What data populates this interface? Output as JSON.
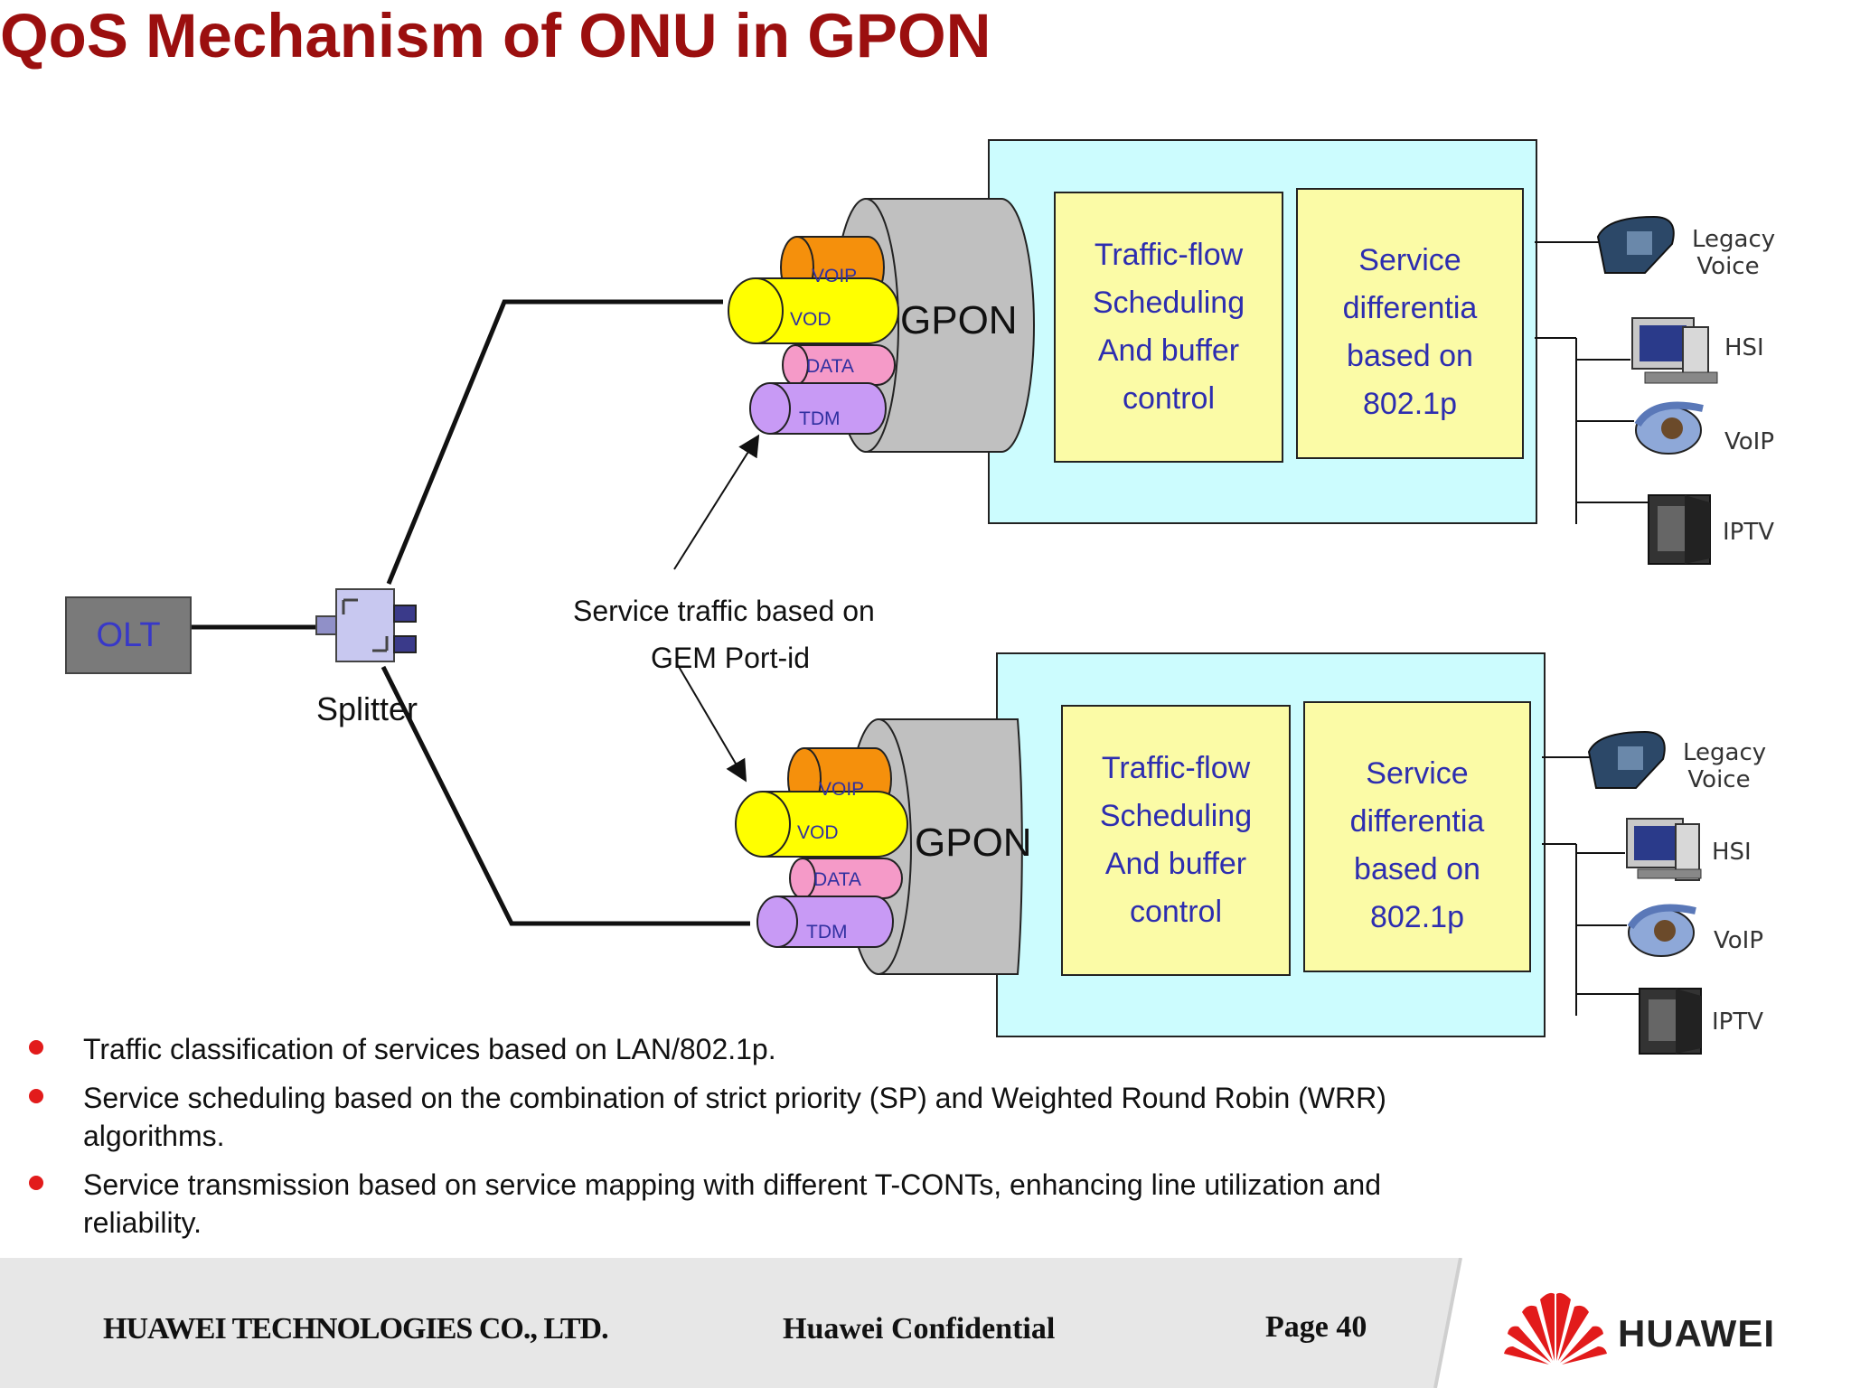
{
  "title": "QoS Mechanism of ONU in GPON",
  "olt_label": "OLT",
  "splitter_label": "Splitter",
  "service_traffic_note": [
    "Service traffic based on",
    "GEM Port-id"
  ],
  "onus": [
    {
      "gpon_label": "GPON",
      "streams": [
        "VOIP",
        "VOD",
        "DATA",
        "TDM"
      ],
      "scheduling_box": [
        "Traffic-flow",
        "Scheduling",
        "And buffer",
        "control"
      ],
      "service_box": [
        "Service",
        "differentia",
        "based on",
        "802.1p"
      ],
      "devices": [
        "Legacy Voice",
        "HSI",
        "VoIP",
        "IPTV"
      ]
    },
    {
      "gpon_label": "GPON",
      "streams": [
        "VOIP",
        "VOD",
        "DATA",
        "TDM"
      ],
      "scheduling_box": [
        "Traffic-flow",
        "Scheduling",
        "And buffer",
        "control"
      ],
      "service_box": [
        "Service",
        "differentia",
        "based on",
        "802.1p"
      ],
      "devices": [
        "Legacy Voice",
        "HSI",
        "VoIP",
        "IPTV"
      ]
    }
  ],
  "bullets": [
    "Traffic classification of services based on LAN/802.1p.",
    "Service scheduling based on the combination of strict priority (SP) and Weighted Round Robin (WRR) algorithms.",
    "Service transmission based on service mapping with different T-CONTs, enhancing line utilization and reliability."
  ],
  "footer": {
    "company": "HUAWEI TECHNOLOGIES CO., LTD.",
    "confidential": "Huawei Confidential",
    "page": "Page 40",
    "logo_text": "HUAWEI"
  },
  "colors": {
    "title": "#9b0f0f",
    "onu_panel": "#ccfcfe",
    "box_fill": "#fbfba6",
    "box_text": "#2d2db0",
    "voip": "#f5900c",
    "vod": "#ffff00",
    "data": "#f59ac8",
    "tdm": "#c89af5",
    "bullet": "#e21b1b",
    "logo_red": "#e21b1b"
  }
}
